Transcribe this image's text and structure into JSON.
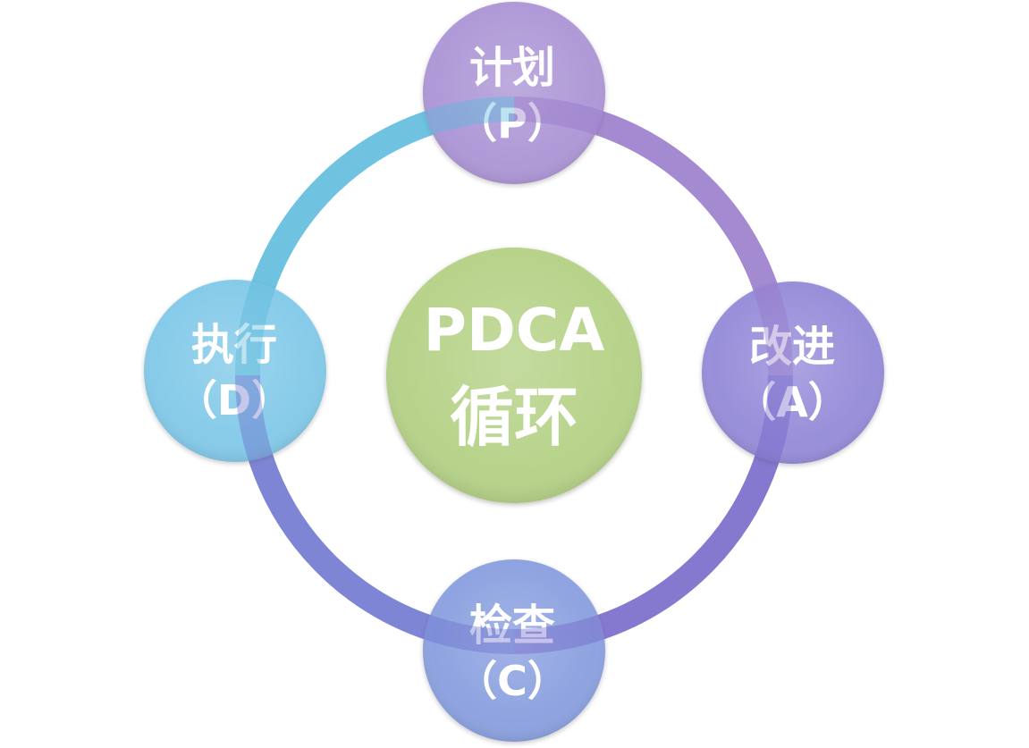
{
  "diagram": {
    "title": "PDCA循环",
    "center": {
      "line1": "PDCA",
      "line2": "循环",
      "color": "#b7d38a"
    },
    "ring_colors": {
      "top_left": "#6fc3e0",
      "top_right": "#a48ad0",
      "bottom_right": "#8579cf",
      "bottom_left": "#7f86d4"
    },
    "nodes": [
      {
        "id": "plan",
        "name": "计划",
        "code": "（P）",
        "color": "#a58bd2"
      },
      {
        "id": "act",
        "name": "改进",
        "code": "（A）",
        "color": "#8a80d6"
      },
      {
        "id": "check",
        "name": "检查",
        "code": "（C）",
        "color": "#7f97dc"
      },
      {
        "id": "do",
        "name": "执行",
        "code": "（D）",
        "color": "#76c4e6"
      }
    ]
  }
}
